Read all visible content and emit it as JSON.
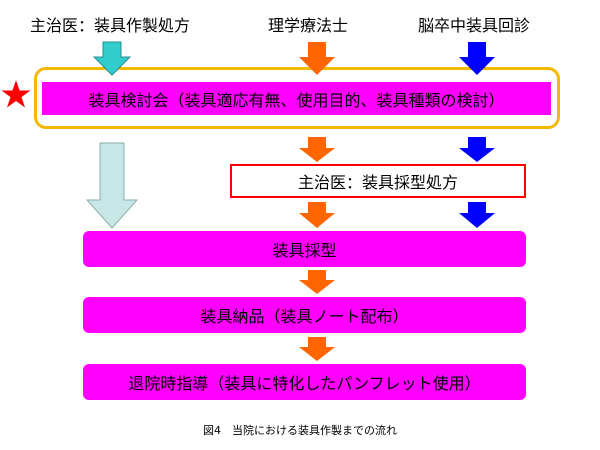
{
  "headers": {
    "doctor": "主治医：装具作製処方",
    "therapist": "理学療法士",
    "clinic": "脳卒中装具回診"
  },
  "steps": {
    "review": "装具検討会（装具適応有無、使用目的、装具種類の検討）",
    "prescription": "主治医：装具採型処方",
    "molding": "装具採型",
    "delivery": "装具納品（装具ノート配布）",
    "discharge": "退院時指導（装具に特化したパンフレット使用）"
  },
  "caption": "図4　当院における装具作製までの流れ",
  "colors": {
    "step_fill": "#ff00ff",
    "frame": "#f5b800",
    "prescription_border": "#ff0000",
    "arrow_cyan": "#33cccc",
    "arrow_orange": "#ff6600",
    "arrow_blue": "#0000ff",
    "arrow_pale": "#c8e6e6",
    "star": "#ff0000"
  },
  "icons": {
    "marker": "star-icon"
  }
}
